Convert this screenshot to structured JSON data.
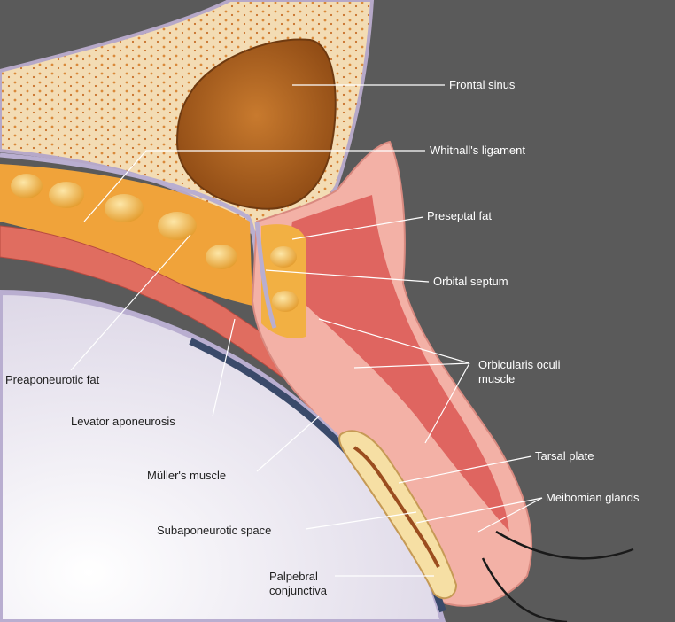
{
  "labels": {
    "frontal_sinus": "Frontal sinus",
    "whitnalls_ligament": "Whitnall's ligament",
    "preseptal_fat": "Preseptal fat",
    "orbital_septum": "Orbital septum",
    "orbicularis_line1": "Orbicularis oculi",
    "orbicularis_line2": "muscle",
    "tarsal_plate": "Tarsal plate",
    "meibomian_glands": "Meibomian glands",
    "preaponeurotic_fat": "Preaponeurotic fat",
    "levator_aponeurosis": "Levator aponeurosis",
    "mullers_muscle": "Müller's muscle",
    "subaponeurotic_space": "Subaponeurotic space",
    "palpebral_line1": "Palpebral",
    "palpebral_line2": "conjunctiva"
  },
  "colors": {
    "background": "#5a5a5a",
    "bone": "#f3dcb4",
    "sinus": "#b5651d",
    "fat": "#f2b043",
    "muscle": "#d9534f",
    "skin": "#f0a8a0",
    "globe": "#eeeaf4",
    "tarsus": "#f6dfa4",
    "leader_line": "#ffffff"
  }
}
